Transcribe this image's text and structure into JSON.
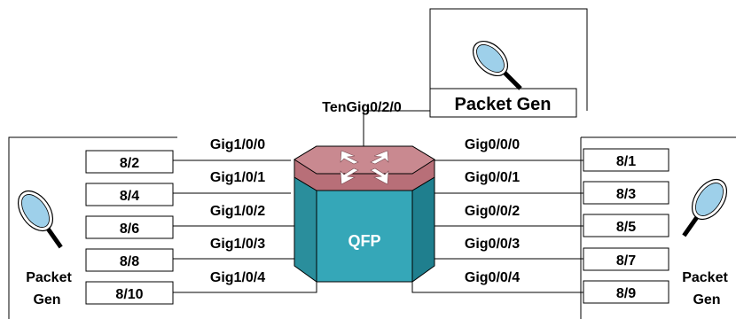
{
  "router": {
    "label": "QFP"
  },
  "top_uplink": {
    "interface": "TenGig0/2/0",
    "generator_label": "Packet Gen"
  },
  "left_generator": {
    "label_line1": "Packet",
    "label_line2": "Gen"
  },
  "right_generator": {
    "label_line1": "Packet",
    "label_line2": "Gen"
  },
  "left_links": [
    {
      "interface": "Gig1/0/0",
      "port": "8/2"
    },
    {
      "interface": "Gig1/0/1",
      "port": "8/4"
    },
    {
      "interface": "Gig1/0/2",
      "port": "8/6"
    },
    {
      "interface": "Gig1/0/3",
      "port": "8/8"
    },
    {
      "interface": "Gig1/0/4",
      "port": "8/10"
    }
  ],
  "right_links": [
    {
      "interface": "Gig0/0/0",
      "port": "8/1"
    },
    {
      "interface": "Gig0/0/1",
      "port": "8/3"
    },
    {
      "interface": "Gig0/0/2",
      "port": "8/5"
    },
    {
      "interface": "Gig0/0/3",
      "port": "8/7"
    },
    {
      "interface": "Gig0/0/4",
      "port": "8/9"
    }
  ],
  "colors": {
    "router_top": "#c98990",
    "router_front": "#35a7b8",
    "router_side": "#1f7f8e",
    "lens": "#9ed0ea"
  }
}
